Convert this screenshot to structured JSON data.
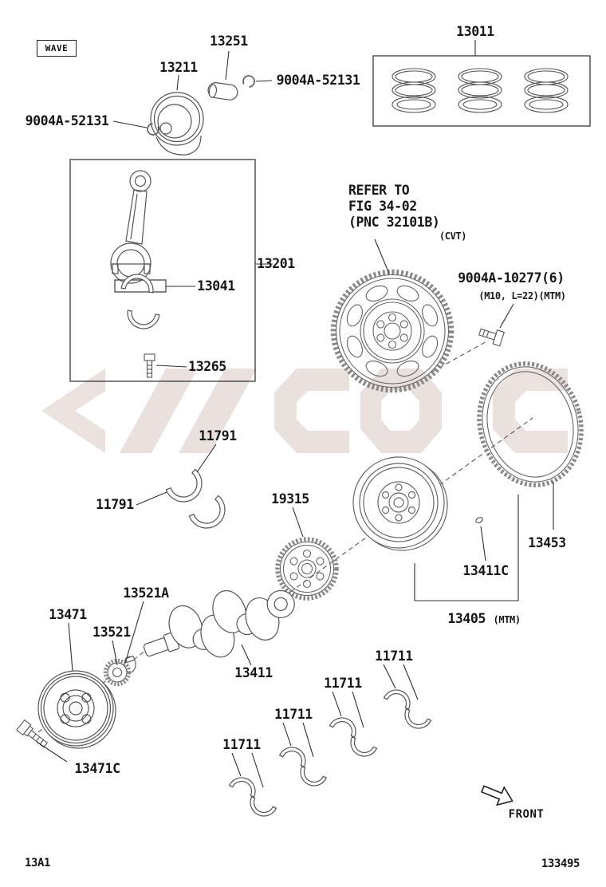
{
  "page": {
    "wave_label": "WAVE",
    "front_label": "FRONT",
    "page_code": "13A1",
    "doc_number": "133495"
  },
  "refer_note": {
    "line1": "REFER TO",
    "line2": "FIG 34-02",
    "line3": "(PNC 32101B)",
    "line4": "(CVT)"
  },
  "parts": {
    "piston_pin": "13251",
    "piston": "13211",
    "snap_ring_right": "9004A-52131",
    "snap_ring_left": "9004A-52131",
    "piston_ring_set": "13011",
    "connecting_rod": "13201",
    "rod_bearing": "13041",
    "rod_bolt": "13265",
    "drive_plate_bolt": "9004A-10277(6)",
    "drive_plate_bolt_spec": "(M10, L=22)(MTM)",
    "thrust_washer_upper": "11791",
    "thrust_washer_lower": "11791",
    "crankshaft_timing_gear": "19315",
    "ring_gear": "13453",
    "flywheel_pin": "13411C",
    "flywheel": "13405",
    "flywheel_spec": "(MTM)",
    "crankshaft_key": "13521A",
    "crankshaft_pulley": "13471",
    "crankshaft_sprocket": "13521",
    "crankshaft": "13411",
    "main_bearing_1": "11711",
    "main_bearing_2": "11711",
    "main_bearing_3": "11711",
    "main_bearing_4": "11711",
    "pulley_bolt": "13471C"
  }
}
